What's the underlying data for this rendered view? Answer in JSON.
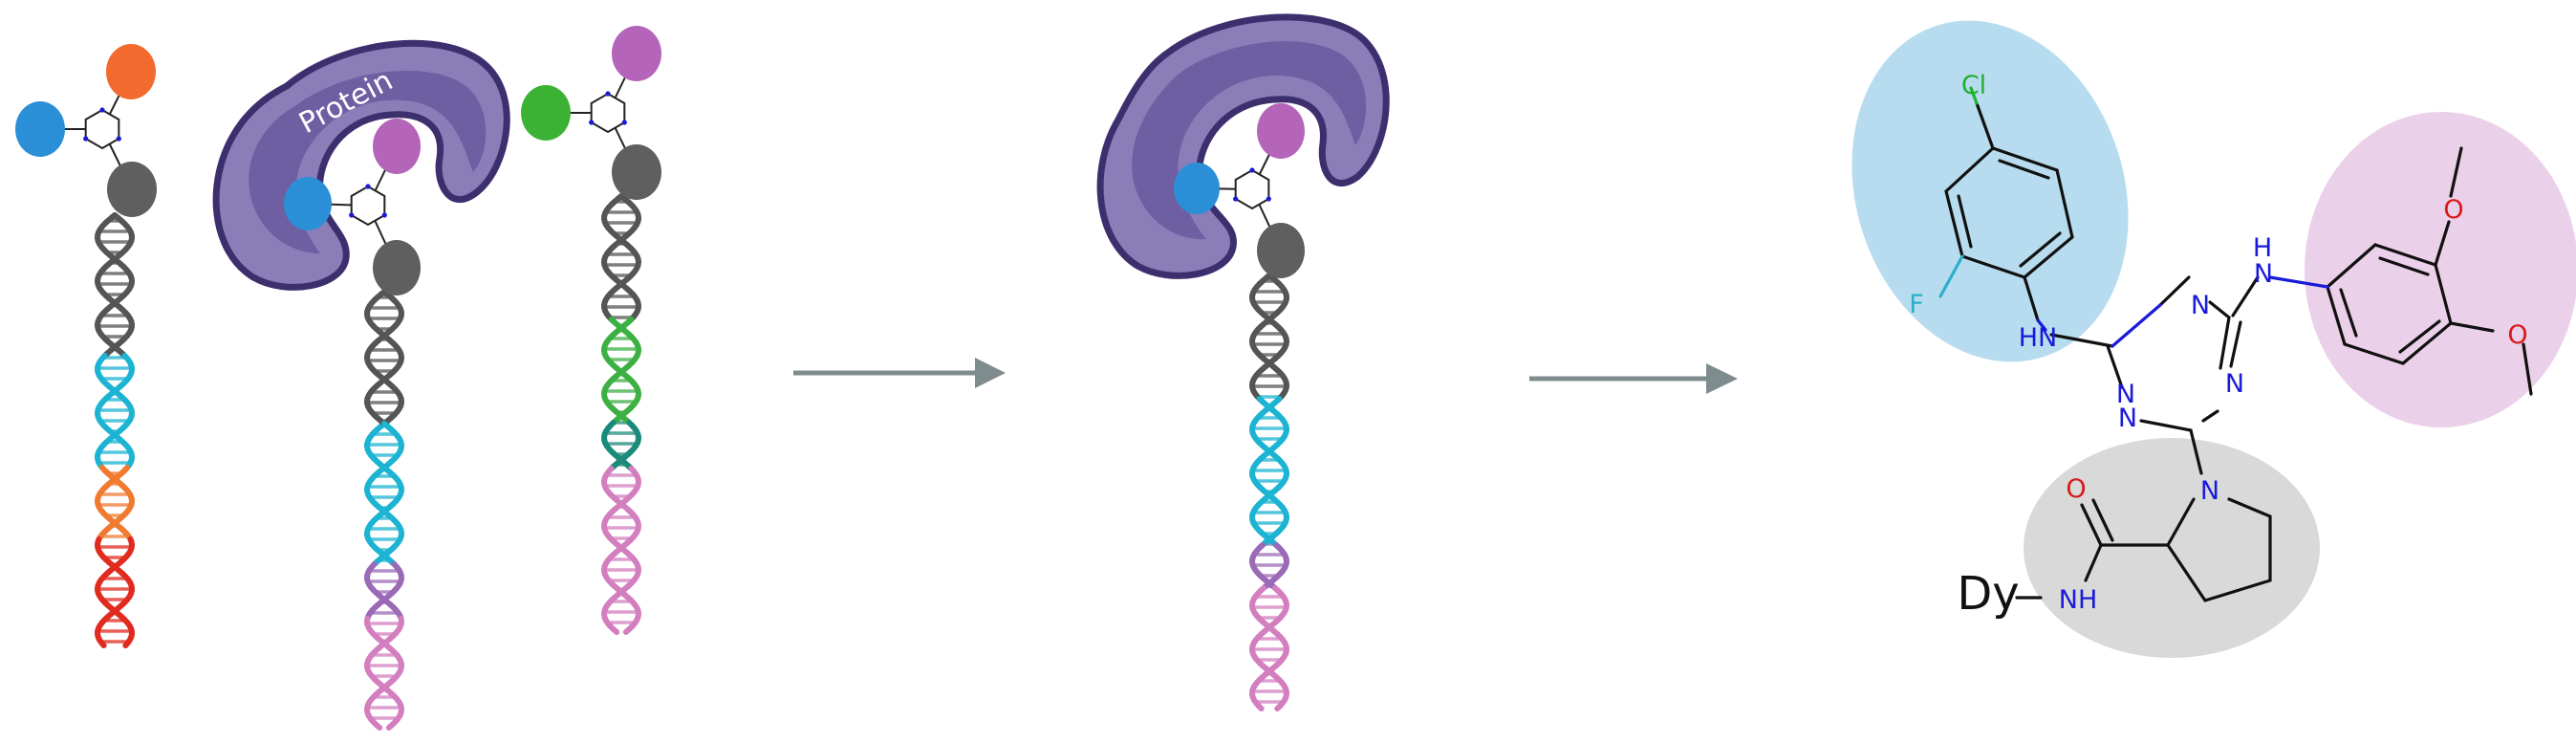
{
  "labels": {
    "protein_1": "Protein"
  },
  "molecule": {
    "atoms": {
      "cl": "Cl",
      "f": "F",
      "hn_left": "HN",
      "nh_top": "N",
      "h_top": "H",
      "n_ring_top": "N",
      "n_ring_right": "N",
      "n_ring_left": "N",
      "n_ring_bottom": "N",
      "n_pyrrolidine": "N",
      "o_carbonyl": "O",
      "o_methoxy_1": "O",
      "o_methoxy_2": "O",
      "nh_amide": "NH",
      "dy": "Dy"
    }
  },
  "colors": {
    "protein_dark": "#3d2f6e",
    "protein_mid": "#6e5fa3",
    "protein_light": "#8a7db8",
    "blue_ball": "#2a8fd6",
    "orange_ball": "#f26a2e",
    "magenta_ball": "#b465b9",
    "green_ball": "#3bb233",
    "gray_ball": "#5f5f5f",
    "dna_gray": "#555555",
    "dna_cyan": "#1cb4d2",
    "dna_red": "#e02b1f",
    "dna_orange": "#f07a30",
    "dna_green": "#3cb043",
    "dna_teal": "#1b8a7a",
    "dna_pink": "#d37fbf",
    "dna_violet": "#9b6ab6",
    "arrow": "#7f8c8d",
    "blue_region": "#b8dcef",
    "pink_region": "#ebd0e9",
    "gray_region": "#d9d9d9",
    "atom_n": "#1a1ad8",
    "atom_o": "#d81a1a",
    "atom_cl": "#20b030",
    "atom_f": "#2ab0c8"
  }
}
